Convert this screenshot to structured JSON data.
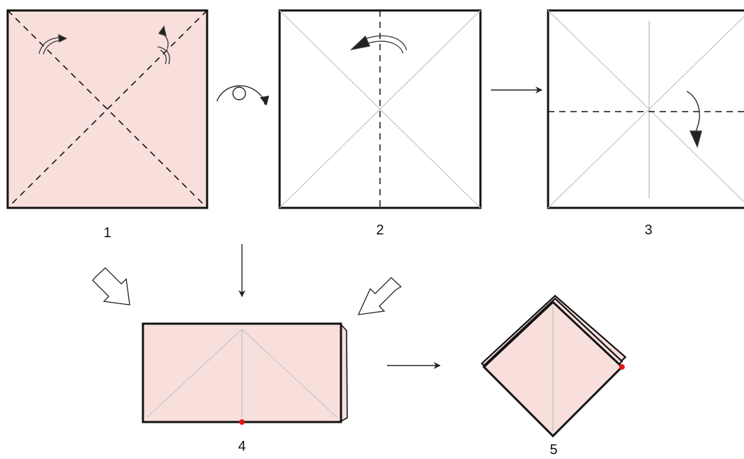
{
  "steps": [
    {
      "label": "1"
    },
    {
      "label": "2"
    },
    {
      "label": "3"
    },
    {
      "label": "4"
    },
    {
      "label": "5"
    }
  ],
  "colors": {
    "paper_pink": "#f8dfdc",
    "outline": "#111111",
    "crease": "#c8c8c8",
    "marker_red": "#e21818",
    "arrow": "#222222"
  }
}
